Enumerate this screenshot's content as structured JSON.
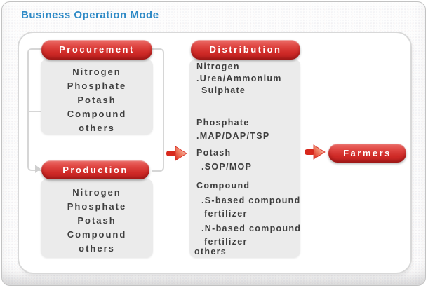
{
  "title": "Business Operation Mode",
  "colors": {
    "title_blue": "#2e8ac6",
    "node_red": "#cf2a27",
    "node_text": "#ffffff",
    "list_box_gray": "#ebebeb",
    "list_text": "#3e3e3e",
    "connector_gray": "#d6d6d6",
    "arrow_red": "#d8281c"
  },
  "nodes": {
    "procurement": {
      "label": "Procurement",
      "items": [
        "Nitrogen",
        "Phosphate",
        "Potash",
        "Compound",
        "others"
      ]
    },
    "production": {
      "label": "Production",
      "items": [
        "Nitrogen",
        "Phosphate",
        "Potash",
        "Compound",
        "others"
      ]
    },
    "distribution": {
      "label": "Distribution",
      "lines": [
        "Nitrogen",
        ".Urea/Ammonium",
        "Sulphate",
        "Phosphate",
        ".MAP/DAP/TSP",
        "Potash",
        ".SOP/MOP",
        "Compound",
        ".S-based compound",
        "fertilizer",
        ".N-based compound",
        "fertilizer",
        "others"
      ]
    },
    "farmers": {
      "label": "Farmers"
    }
  },
  "icons": {
    "flow_arrow": "red right arrow",
    "connector_arrowhead": "gray right arrowhead"
  }
}
